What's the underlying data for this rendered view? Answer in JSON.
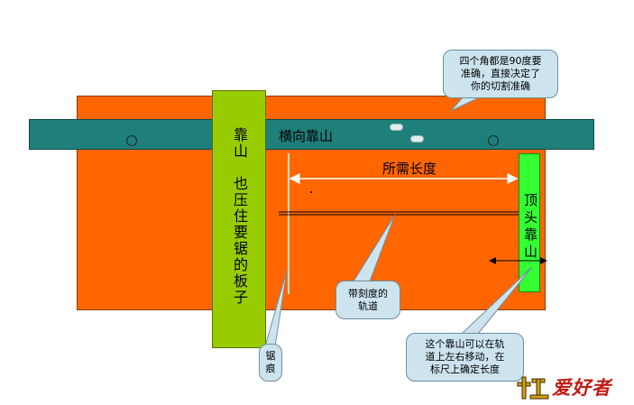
{
  "labels": {
    "left_fence": "靠山　也压住要锯的板子",
    "cross_fence": "横向靠山",
    "required_length": "所需长度",
    "stop_fence": "顶头靠山"
  },
  "callouts": {
    "corners": "四个角都是90度要\n准确，直接决定了\n你的切割准确",
    "scale_track": "带刻度的\n轨道",
    "saw_kerf": "锯\n痕",
    "movable_stop": "这个靠山可以在轨\n道上左右移动，在\n标尺上确定长度"
  },
  "logo": {
    "text": "爱好者"
  },
  "colors": {
    "board": "#ff6600",
    "rail": "#1f7f7a",
    "left_fence": "#99cc00",
    "stop_fence": "#33ff33",
    "callout_fill": "#cde4ef"
  }
}
